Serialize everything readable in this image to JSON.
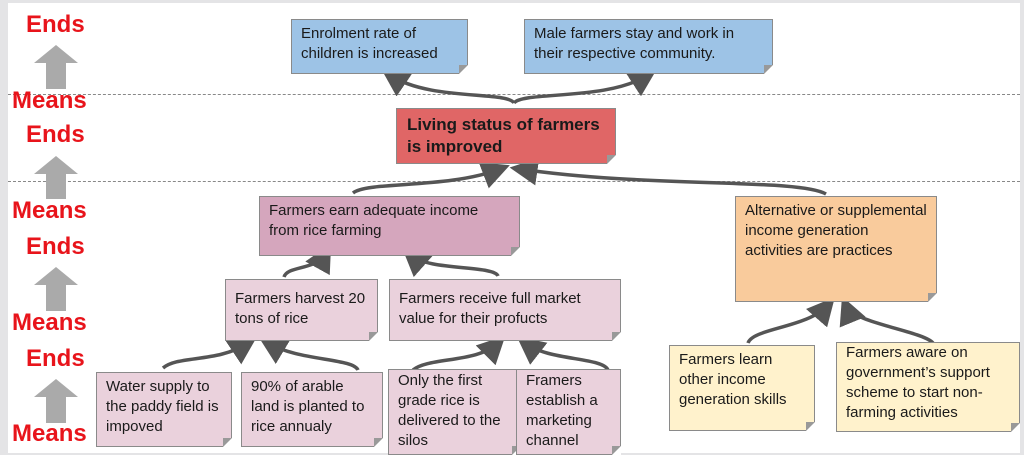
{
  "side_labels": [
    "Ends",
    "Means",
    "Ends",
    "Means",
    "Ends",
    "Means",
    "Ends",
    "Means"
  ],
  "boxes": {
    "enrolment": "Enrolment rate of children is increased",
    "male_farmers": "Male farmers stay and work in their respective community.",
    "living_status": "Living status of farmers is improved",
    "earn_income": "Farmers earn adequate income from rice farming",
    "alternative_income": "Alternative or supplemental  income generation activities are practices",
    "harvest": "Farmers harvest 20 tons of rice",
    "market_value": "Farmers receive full market value for their profucts",
    "water_supply": "Water supply to the paddy field is impoved",
    "arable_land": "90% of arable land is planted to rice annualy",
    "first_grade": "Only the first grade rice is delivered to the silos",
    "marketing_channel": "Framers establish a marketing channel",
    "learn_skills": "Farmers learn other income generation skills",
    "aware_support": "Farmers aware on government’s support scheme to start non-farming activities"
  },
  "colors": {
    "blue": "#9dc3e6",
    "red": "#e06666",
    "mauve": "#d5a6bd",
    "pink": "#ead1dc",
    "orange": "#f9cb9c",
    "yellow": "#fff2cc",
    "label_red": "#e8141b"
  }
}
